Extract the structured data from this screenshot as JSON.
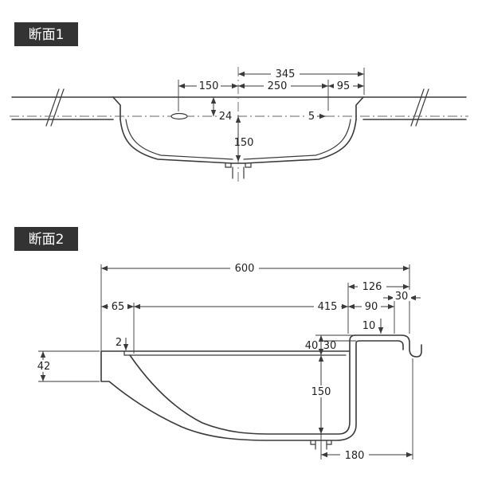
{
  "page": {
    "background": "#ffffff",
    "line_color": "#3a3a3a",
    "label_bg": "#333333",
    "label_fg": "#ffffff"
  },
  "section1": {
    "label": "断面1",
    "dims": {
      "overall_width": "345",
      "hole_to_center": "150",
      "center_to_right": "250",
      "right_edge": "95",
      "top_to_centerline": "24",
      "wall_offset": "5",
      "bowl_depth": "150"
    }
  },
  "section2": {
    "label": "断面2",
    "dims": {
      "overall_length": "600",
      "deck_length": "126",
      "lip_width": "30",
      "front_inset": "65",
      "opening_length": "415",
      "deck_front": "90",
      "lip_height": "10",
      "rim_step": "2",
      "deck_height": "40",
      "deck_inner_height": "30",
      "apron_height": "42",
      "bowl_depth": "150",
      "drain_to_back": "180"
    }
  }
}
